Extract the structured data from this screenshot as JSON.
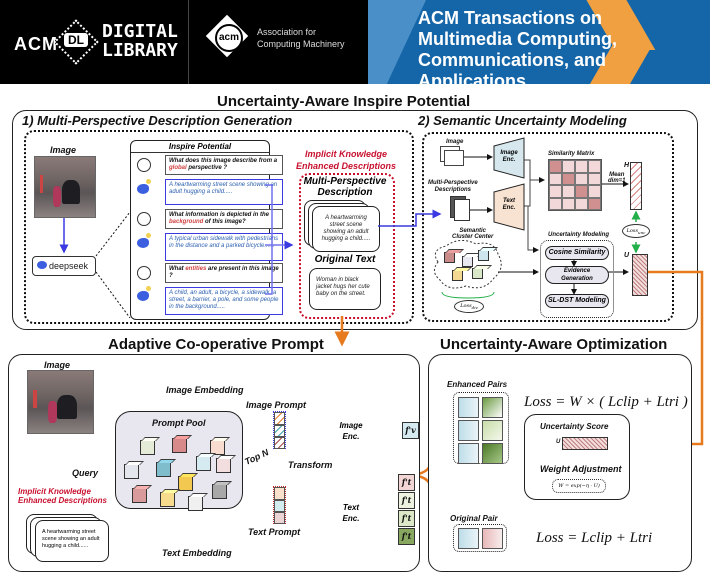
{
  "banner": {
    "acm_label": "ACM",
    "dl_badge": "DL",
    "digital_library": "DIGITAL\nLIBRARY",
    "acm_circle": "acm",
    "association": "Association for\nComputing Machinery",
    "journal_title": "ACM Transactions on Multimedia Computing, Communications, and Applications"
  },
  "top_section": {
    "title": "Uncertainty-Aware Inspire Potential",
    "mpdg": {
      "title": "1) Multi-Perspective Description Generation",
      "image_label": "Image",
      "deepseek_label": "deepseek",
      "inspire_title": "Inspire Potential",
      "qa": [
        {
          "type": "question",
          "text_pre": "What does  this image describe from a ",
          "highlight": "global",
          "text_post": " perspective ?"
        },
        {
          "type": "answer",
          "text": "A heartwarming street scene showing an adult hugging a child....."
        },
        {
          "type": "question",
          "text_pre": "What information is depicted in the ",
          "highlight": "background",
          "text_post": " of this image?"
        },
        {
          "type": "answer",
          "text": "A typical urban sidewalk with pedestrians in the distance and a parked bicycle......"
        },
        {
          "type": "question",
          "text_pre": "What ",
          "highlight": "entities",
          "text_post": " are present in this image ?"
        },
        {
          "type": "answer",
          "text": "A child, an adult, a bicycle, a sidewalk, a street, a barrier, a pole, and some people in the background....."
        }
      ],
      "ik_title": "Implicit Knowledge\nEnhanced Descriptions",
      "mp_desc_title": "Multi-Perspective\nDescription",
      "mp_desc_text": "A heartwarming street scene showing an adult hugging a child.....",
      "original_title": "Original Text",
      "original_text": "Woman in black jacket hugs her cute baby on the street."
    },
    "sum": {
      "title": "2) Semantic Uncertainty Modeling",
      "image_label": "Image",
      "mp_label": "Multi-Perspective\nDescriptions",
      "image_enc": "Image\nEnc.",
      "text_enc": "Text\nEnc.",
      "sim_matrix": "Similarity Matrix",
      "mean_label": "Mean\ndim=1",
      "h_label": "H",
      "u_label": "U",
      "loss_unc": "Loss",
      "loss_unc_sub": "unc",
      "um_title": "Uncertainty Modeling",
      "cosine": "Cosine Similarity",
      "evidence": "Evidence\nGeneration",
      "sldst": "SL-DST Modeling",
      "cluster_label": "Semantic\nCluster Center",
      "loss_div": "Loss",
      "loss_div_sub": "div"
    }
  },
  "acp": {
    "title": "Adaptive Co-operative Prompt",
    "image_label": "Image",
    "image_embedding": "Image Embedding",
    "query": "Query",
    "prompt_pool": "Prompt Pool",
    "top_n": "Top N",
    "image_prompt": "Image Prompt",
    "transform": "Transform",
    "text_prompt": "Text Prompt",
    "image_enc": "Image\nEnc.",
    "text_enc": "Text\nEnc.",
    "f_v": "f'v",
    "f_t": [
      "f't",
      "f't",
      "f't",
      "f't"
    ],
    "ik_title": "Implicit Knowledge\nEnhanced Descriptions",
    "ik_text": "A heartwarming street scene showing an adult hugging a child......",
    "text_embedding": "Text Embedding"
  },
  "uao": {
    "title": "Uncertainty-Aware Optimization",
    "enhanced_pairs": "Enhanced Pairs",
    "loss_weighted": "Loss = W × ( Lclip + Ltri )",
    "uncertainty_score": "Uncertainty Score",
    "u_label": "U",
    "weight_adjustment": "Weight Adjustment",
    "weight_formula": "W = exp(−η · U)",
    "original_pair": "Original Pair",
    "loss_plain": "Loss = Lclip + Ltri"
  },
  "colors": {
    "blue_arrow": "#3a3ae0",
    "orange_arrow": "#e87a1e",
    "red_arrow": "#c0282a",
    "green_arrow": "#22b04a",
    "image_enc": "#d6e8ee",
    "text_enc": "#f8e2d2",
    "ik_red": "#c8102e"
  }
}
